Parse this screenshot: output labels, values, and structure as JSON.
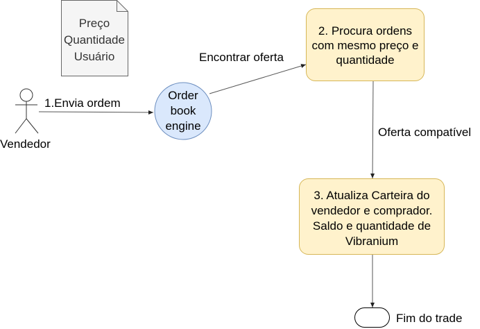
{
  "note": {
    "lines": [
      "Preço",
      "Quantidade",
      "Usuário"
    ]
  },
  "actor": {
    "label": "Vendedor"
  },
  "edges": {
    "send_order": "1.Envia ordem",
    "find_offer": "Encontrar oferta",
    "compatible": "Oferta compatível"
  },
  "engine": {
    "lines": [
      "Order",
      "book",
      "engine"
    ]
  },
  "search_box": {
    "lines": [
      "2. Procura ordens",
      "com mesmo preço e",
      "quantidade"
    ]
  },
  "update_box": {
    "lines": [
      "3. Atualiza Carteira do",
      "vendedor e comprador.",
      "Saldo e quantidade de",
      "Vibranium"
    ]
  },
  "end": {
    "label": "Fim do trade"
  },
  "colors": {
    "note_fill": "#f5f5f5",
    "note_stroke": "#666666",
    "engine_fill": "#dae8fc",
    "engine_stroke": "#6c8ebf",
    "box_fill": "#fff2cc",
    "box_stroke": "#d6b656",
    "line": "#555555"
  }
}
